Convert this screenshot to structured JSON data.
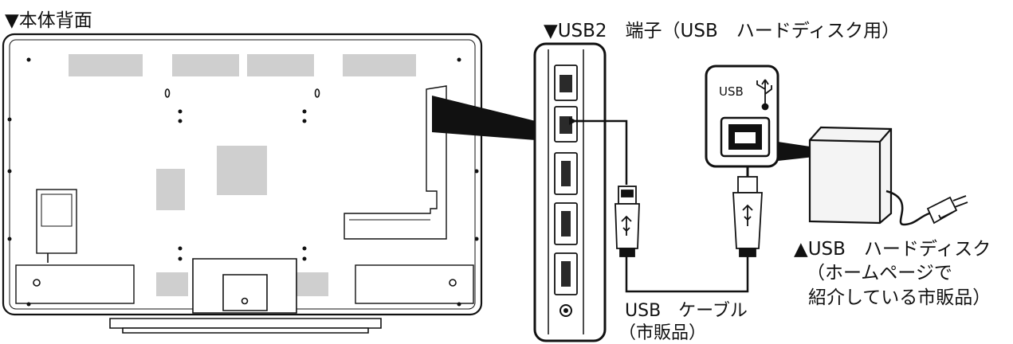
{
  "labels": {
    "back_title": "▼本体背面",
    "usb_port_title": "▼USB2　端子（USB　ハードディスク用）",
    "usb_marking": "USB",
    "cable_line1": "USB　ケーブル",
    "cable_line2": "（市販品）",
    "hdd_line1": "▲USB　ハードディスク",
    "hdd_line2": "（ホームページで",
    "hdd_line3": "紹介している市販品）"
  },
  "icons": [
    "usb-trident-icon",
    "usb-a-plug-icon",
    "usb-b-plug-icon",
    "ac-plug-icon",
    "arrow-icon"
  ],
  "colors": {
    "line": "#111111",
    "panel_gray": "#cfcfcf",
    "hdd_body": "#f4f4f4"
  }
}
